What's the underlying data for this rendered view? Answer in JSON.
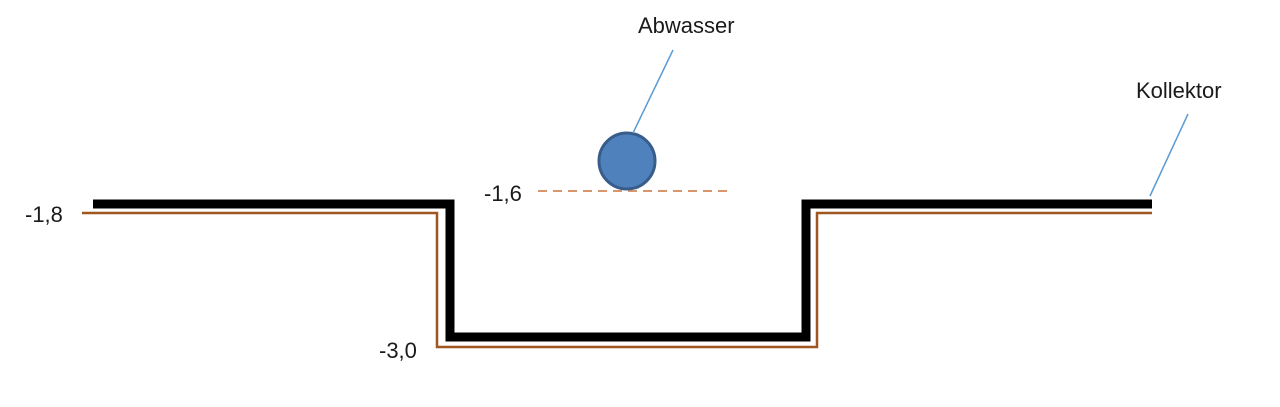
{
  "labels": {
    "wastewater": "Abwasser",
    "collector": "Kollektor"
  },
  "levels": {
    "ground": "-1,8",
    "trench_bottom": "-3,0",
    "pipe": "-1,6"
  },
  "colors": {
    "collector_line": "#000000",
    "pipe_line": "#a0571f",
    "pipe_fill": "#4f81bd",
    "pipe_stroke": "#385d8a",
    "leader_line": "#5b9bd5",
    "level_dash": "#d9956b"
  }
}
